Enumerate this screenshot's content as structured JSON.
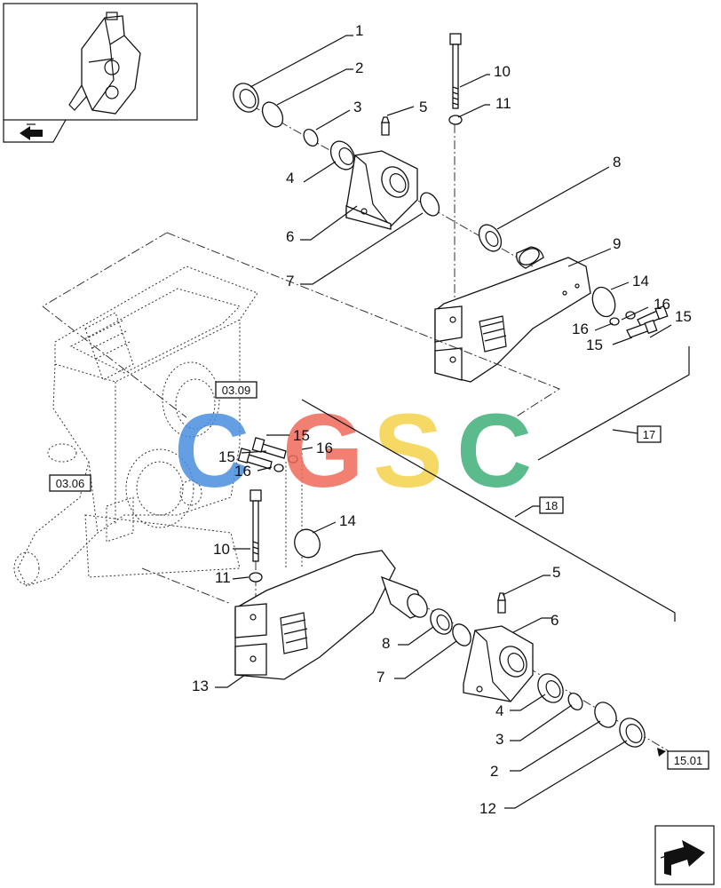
{
  "callouts": {
    "c1": "1",
    "c2": "2",
    "c3": "3",
    "c4": "4",
    "c5": "5",
    "c6": "6",
    "c7": "7",
    "c8": "8",
    "c9": "9",
    "c10": "10",
    "c11": "11",
    "c14": "14",
    "c15": "15",
    "c16": "16",
    "c16b": "16",
    "c15b": "15",
    "l15": "15",
    "l15b": "15",
    "l16": "16",
    "l16b": "16",
    "l14": "14",
    "l10": "10",
    "l11": "11",
    "l13": "13",
    "l8": "8",
    "l7": "7",
    "l5": "5",
    "l6": "6",
    "l4": "4",
    "l3": "3",
    "l2": "2",
    "l12": "12"
  },
  "reference_boxes": {
    "r17": "17",
    "r18": "18",
    "r0309": "03.09",
    "r0306": "03.06",
    "r1501": "15.01"
  },
  "watermark": {
    "letters": [
      "C",
      "G",
      "S",
      "C"
    ],
    "colors": [
      "#4a8fe0",
      "#ef6b5b",
      "#f5d24a",
      "#3fb07a"
    ]
  },
  "colors": {
    "line": "#111111",
    "fill": "#ffffff"
  },
  "icons": [
    "thumbnail-assembly-icon",
    "prev-page-arrow-icon",
    "next-page-arrow-icon"
  ]
}
